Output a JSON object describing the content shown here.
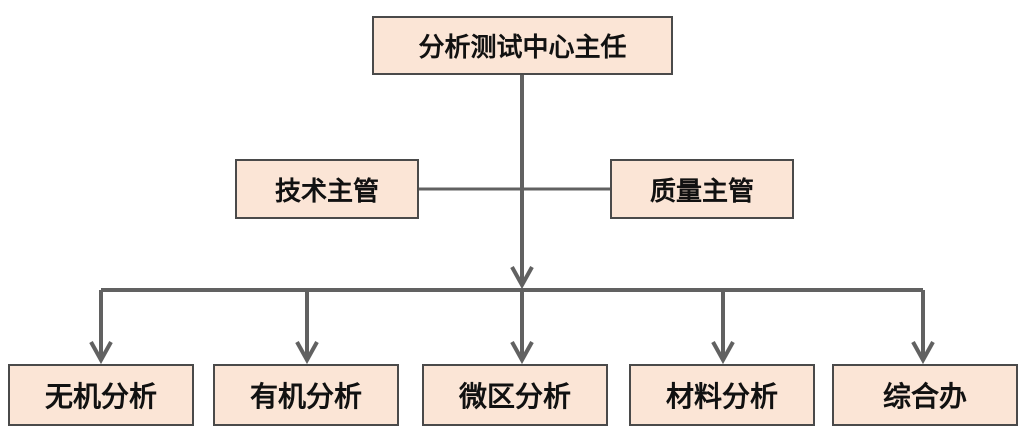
{
  "org_chart": {
    "top": "分析测试中心主任",
    "middle_left": "技术主管",
    "middle_right": "质量主管",
    "bottom": [
      "无机分析",
      "有机分析",
      "微区分析",
      "材料分析",
      "综合办"
    ]
  },
  "colors": {
    "box_fill": "#fbe5d6",
    "box_border": "#4a4a4a",
    "connector": "#616161",
    "text": "#111111"
  }
}
